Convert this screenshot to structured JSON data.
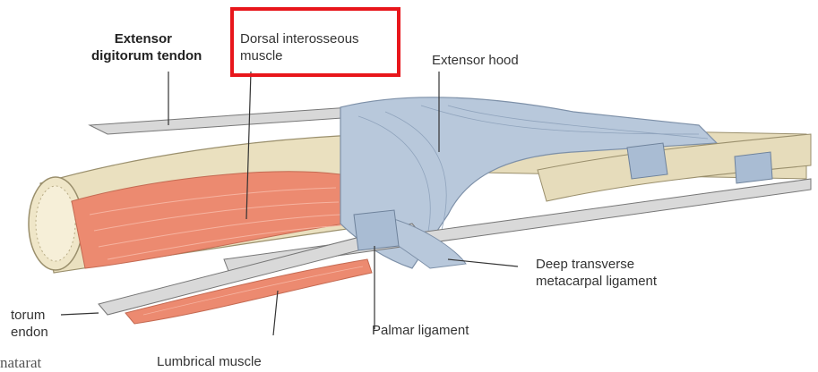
{
  "labels": {
    "extensor_digitorum_tendon": [
      "Extensor",
      "digitorum tendon"
    ],
    "dorsal_interosseous_muscle": [
      "Dorsal interosseous",
      "muscle"
    ],
    "extensor_hood": "Extensor hood",
    "deep_transverse_metacarpal_ligament": [
      "Deep transverse",
      "metacarpal ligament"
    ],
    "palmar_ligament": "Palmar ligament",
    "lumbrical_muscle": "Lumbrical muscle",
    "flexor_tendon_partial": [
      "torum",
      "endon"
    ]
  },
  "watermark": "natarat",
  "highlight_color": "#e8161b",
  "colors": {
    "muscle": "#ec8a70",
    "bone": "#eae0bf",
    "hood": "#b8c8db",
    "tendon": "#d9d9d9"
  }
}
